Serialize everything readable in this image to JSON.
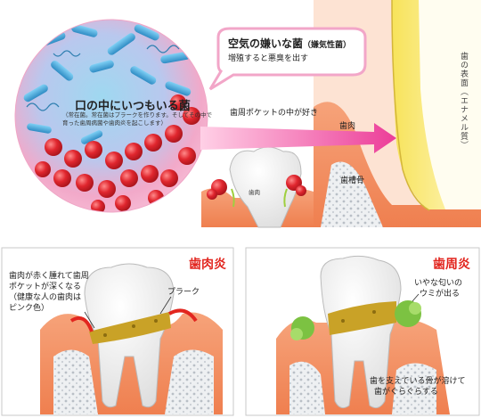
{
  "top": {
    "bubble_title": "口の中にいつもいる菌",
    "bubble_note_1": "（常在菌。常在菌はプラークを作ります。そしてその中で",
    "bubble_note_2": "育った歯周病菌や歯肉炎を起こします）",
    "callout_title": "空気の嫌いな菌",
    "callout_title_sub": "（嫌気性菌）",
    "callout_sub": "増殖すると悪臭を出す",
    "arrow_label": "歯周ポケットの中が好き",
    "tooth_surface_label": "歯の表面（エナメル質）",
    "gum_label": "歯肉",
    "alveolar_bone_label": "歯槽骨",
    "small_gum_label": "歯肉"
  },
  "gingivitis": {
    "title": "歯肉炎",
    "desc_1": "歯肉が赤く腫れて歯周",
    "desc_2": "ポケットが深くなる",
    "desc_3": "（健康な人の歯肉は",
    "desc_4": "ピンク色）",
    "plaque_label": "プラーク"
  },
  "periodontitis": {
    "title": "歯周炎",
    "pus_1": "いやな匂いの",
    "pus_2": "ウミが出る",
    "bone_1": "歯を支えている骨が溶けて",
    "bone_2": "歯がぐらぐらする"
  },
  "colors": {
    "title_red": "#e2261f",
    "gum": "#ee8a5e",
    "plaque": "#c9a227",
    "pus_green": "#7cc242",
    "bacteria_red": "#d8242f",
    "bacteria_blue": "#4ba7d6"
  }
}
